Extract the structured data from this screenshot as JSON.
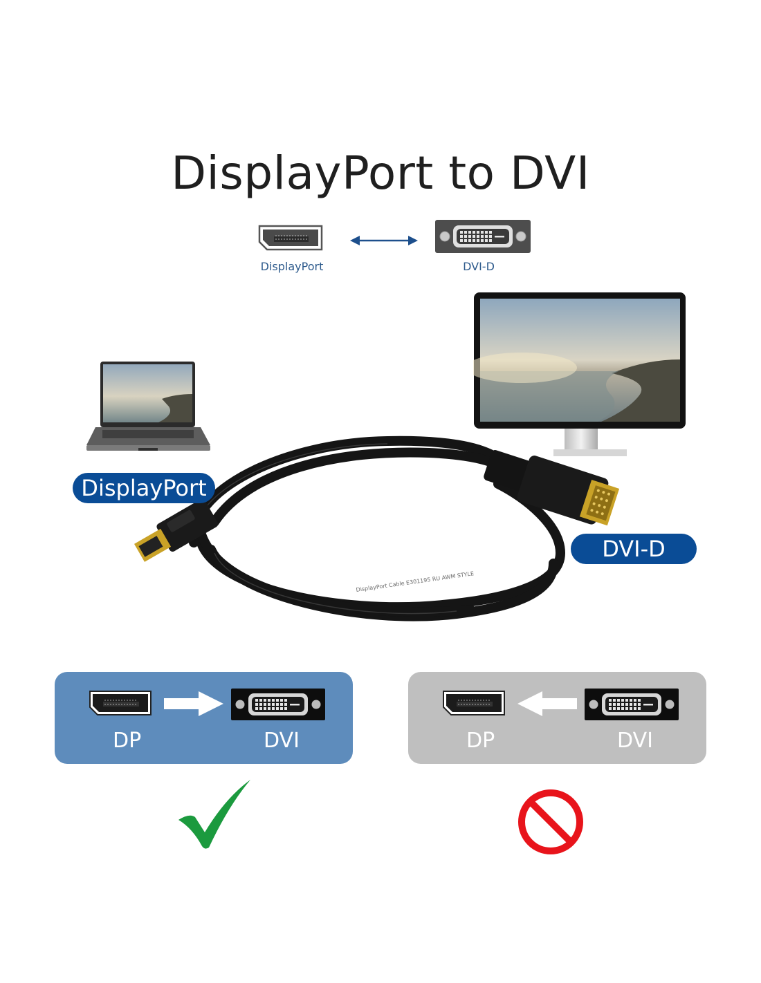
{
  "title": "DisplayPort to DVI",
  "top_legend": {
    "left_label": "DisplayPort",
    "right_label": "DVI-D",
    "left_icon": "displayport-port-icon",
    "right_icon": "dvi-d-port-icon",
    "arrow_icon": "bidirectional-arrow-icon",
    "arrow_color": "#1d4f8c"
  },
  "photo": {
    "laptop_icon": "laptop-icon",
    "monitor_icon": "monitor-icon",
    "cable_print": "DisplayPort  Cable  E301195  RU  AWM  STYLE",
    "left_badge": "DisplayPort",
    "right_badge": "DVI-D",
    "badge_color": "#0a4c96"
  },
  "compat": [
    {
      "left_label": "DP",
      "right_label": "DVI",
      "direction": "dp-to-dvi",
      "panel_color": "#5e8cbc",
      "status": "supported",
      "status_icon": "checkmark-icon",
      "status_color": "#1b9a3e"
    },
    {
      "left_label": "DP",
      "right_label": "DVI",
      "direction": "dvi-to-dp",
      "panel_color": "#bfbfbf",
      "status": "not-supported",
      "status_icon": "prohibited-icon",
      "status_color": "#e8141b"
    }
  ]
}
